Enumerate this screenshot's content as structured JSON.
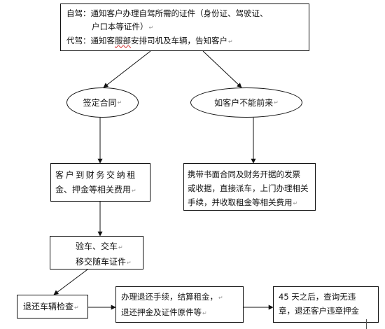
{
  "colors": {
    "stroke": "#111111",
    "pilcrow": "#9a9a9a",
    "spellcheck": "#d02a2a"
  },
  "nodes": {
    "top": {
      "self_drive_line1": "自驾：通知客户办理自驾所需的证件（身份证、驾驶证、",
      "self_drive_line2": "户口本等证件）",
      "driver_prefix": "代驾：通知客",
      "driver_squiggle": "服部",
      "driver_suffix": "安排司机及车辆，告知客户"
    },
    "sign_contract": "签定合同",
    "cannot_come": "如客户不能前来",
    "pay_finance": {
      "line1": "客户到财务交纳租",
      "line2": "金、押金等相关费用"
    },
    "on_site": {
      "line1": "携带书面合同及财务开据的发票",
      "line2": "或收据，直接派车，上门办理相关",
      "line3": "手续，并收取租金等相关费用"
    },
    "inspect": {
      "line1": "验车、交车",
      "line2": "移交随车证件"
    },
    "return_check": "退还车辆检查",
    "return_procedure": {
      "line1": "办理退还手续，结算租金，",
      "line2": "退还押金及证件原件等"
    },
    "after_45_days": {
      "line1": "45 天之后，查询无违",
      "line2": "章，退还客户违章押金"
    }
  }
}
